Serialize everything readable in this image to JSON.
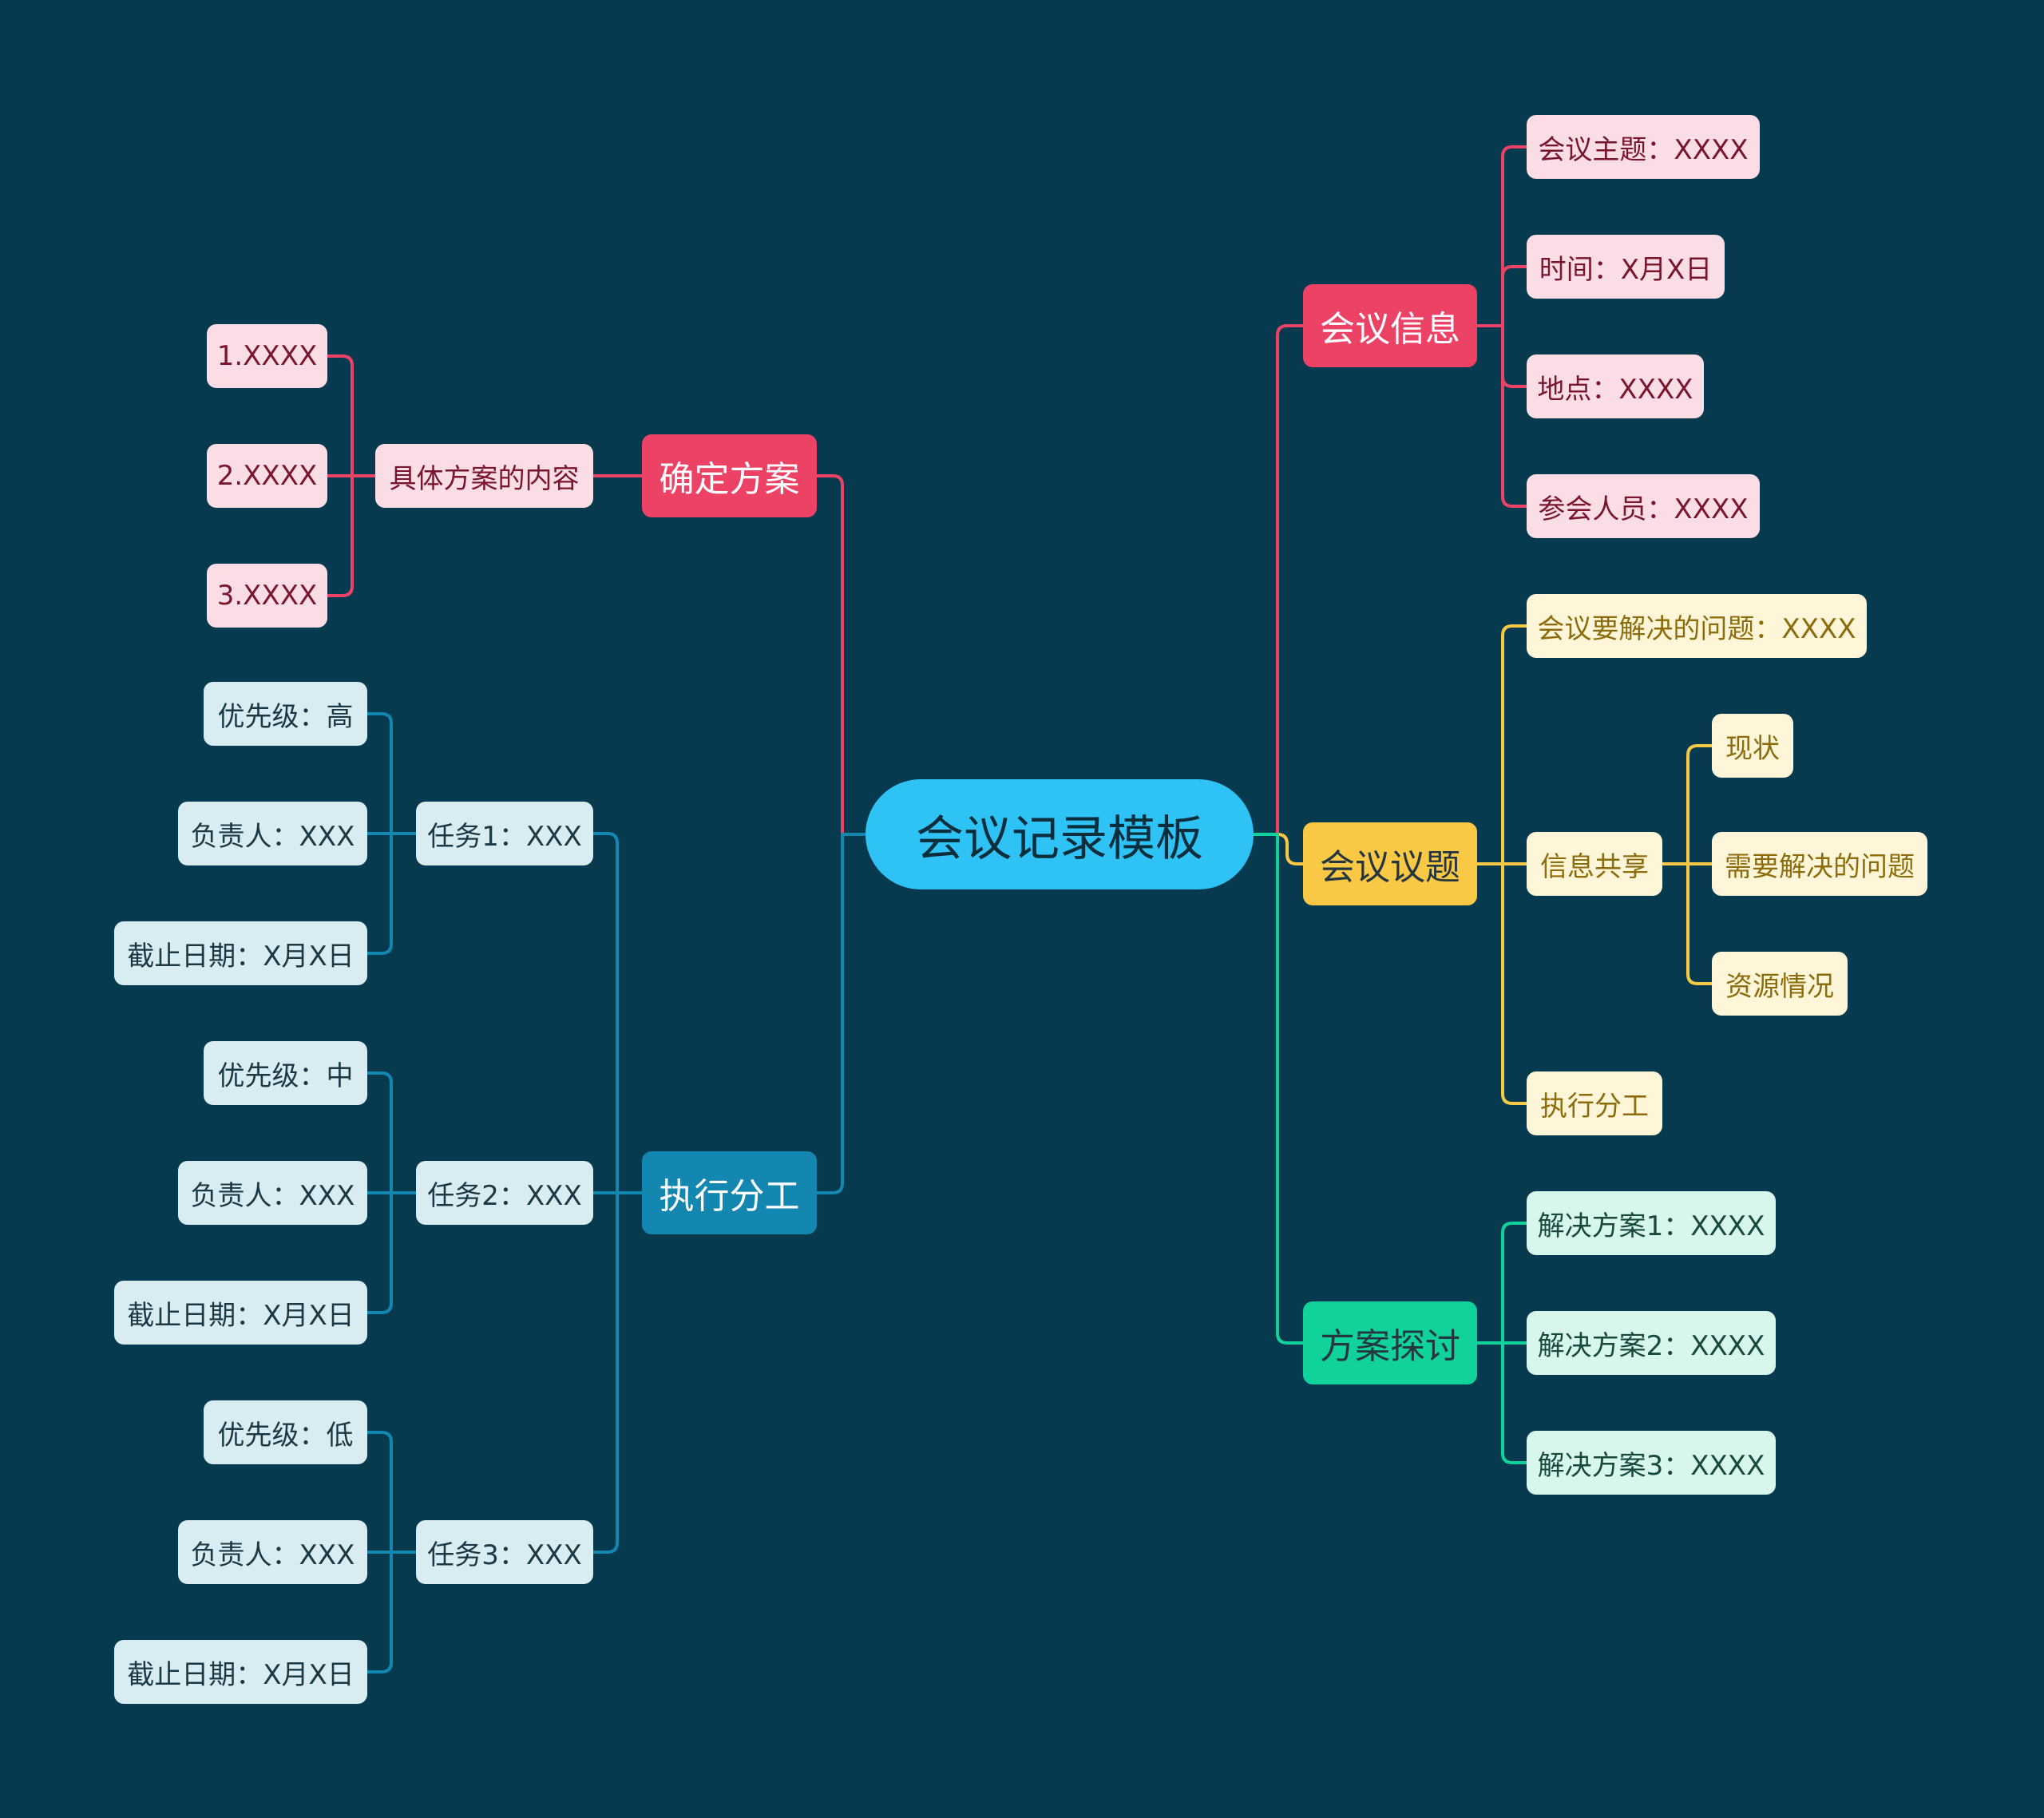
{
  "colors": {
    "background": "#073a4e",
    "root": "#2fc2f5",
    "red_branch": "#ec4266",
    "yellow_branch": "#f9c845",
    "green_branch": "#11d29a",
    "blue_branch": "#1487b1"
  },
  "root": {
    "label": "会议记录模板"
  },
  "meeting_info": {
    "label": "会议信息",
    "items": [
      "会议主题：XXXX",
      "时间：X月X日",
      "地点：XXXX",
      "参会人员：XXXX"
    ]
  },
  "meeting_topics": {
    "label": "会议议题",
    "question": "会议要解决的问题：XXXX",
    "info_share": {
      "label": "信息共享",
      "items": [
        "现状",
        "需要解决的问题",
        "资源情况"
      ]
    },
    "division": "执行分工"
  },
  "plan_discussion": {
    "label": "方案探讨",
    "items": [
      "解决方案1：XXXX",
      "解决方案2：XXXX",
      "解决方案3：XXXX"
    ]
  },
  "confirm_plan": {
    "label": "确定方案",
    "content": {
      "label": "具体方案的内容",
      "items": [
        "1.XXXX",
        "2.XXXX",
        "3.XXXX"
      ]
    }
  },
  "execution": {
    "label": "执行分工",
    "tasks": [
      {
        "label": "任务1：XXX",
        "priority": "优先级：高",
        "owner": "负责人：XXX",
        "deadline": "截止日期：X月X日"
      },
      {
        "label": "任务2：XXX",
        "priority": "优先级：中",
        "owner": "负责人：XXX",
        "deadline": "截止日期：X月X日"
      },
      {
        "label": "任务3：XXX",
        "priority": "优先级：低",
        "owner": "负责人：XXX",
        "deadline": "截止日期：X月X日"
      }
    ]
  }
}
